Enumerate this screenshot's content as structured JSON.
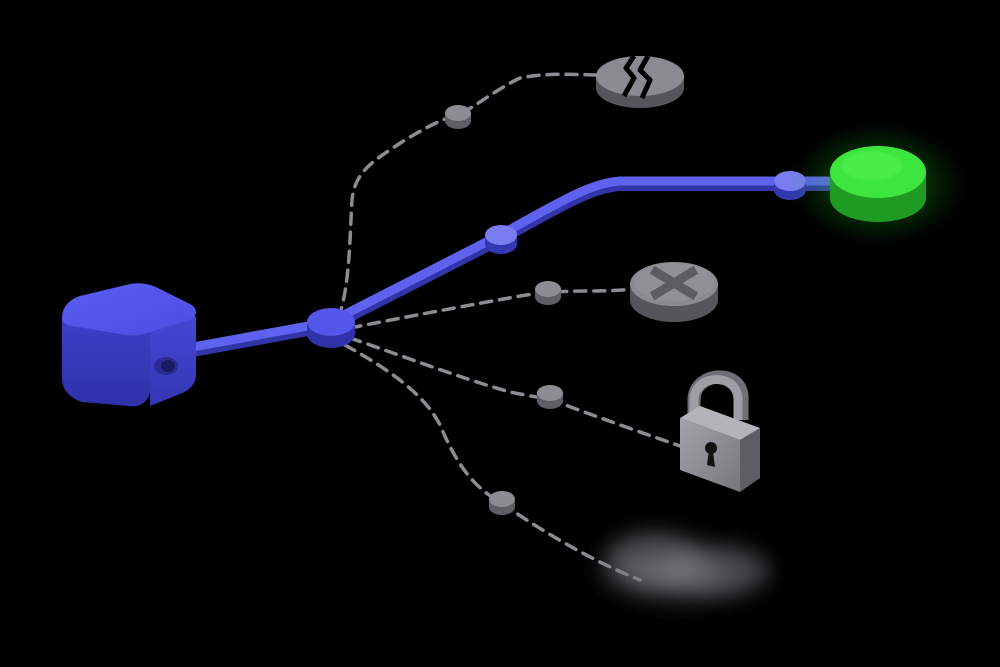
{
  "diagram": {
    "kind": "isometric-path-graph",
    "colors": {
      "background": "#000000",
      "primary_path": "#5a5ee0",
      "source_block": "#4548d6",
      "goal": "#3ee83e",
      "dead_end": "#8a8b90",
      "dash": "#8c8d92"
    },
    "nodes": [
      {
        "id": "source-block",
        "role": "start",
        "icon": "cube-icon"
      },
      {
        "id": "branch-hub",
        "role": "junction",
        "icon": "node-icon"
      },
      {
        "id": "mid-node",
        "role": "waypoint",
        "icon": "node-icon"
      },
      {
        "id": "goal-node",
        "role": "destination",
        "icon": "green-disc-icon"
      },
      {
        "id": "broken-disc",
        "role": "dead-end",
        "icon": "broken-disc-icon"
      },
      {
        "id": "blocked-disc",
        "role": "dead-end",
        "icon": "x-circle-icon"
      },
      {
        "id": "lock",
        "role": "dead-end",
        "icon": "padlock-icon"
      },
      {
        "id": "fog",
        "role": "dead-end",
        "icon": "fog-cloud-icon"
      }
    ],
    "edges": [
      {
        "from": "source-block",
        "to": "branch-hub",
        "style": "solid"
      },
      {
        "from": "branch-hub",
        "to": "mid-node",
        "style": "solid"
      },
      {
        "from": "mid-node",
        "to": "goal-node",
        "style": "solid"
      },
      {
        "from": "branch-hub",
        "to": "broken-disc",
        "style": "dashed"
      },
      {
        "from": "branch-hub",
        "to": "blocked-disc",
        "style": "dashed"
      },
      {
        "from": "branch-hub",
        "to": "lock",
        "style": "dashed"
      },
      {
        "from": "branch-hub",
        "to": "fog",
        "style": "dashed"
      }
    ]
  }
}
